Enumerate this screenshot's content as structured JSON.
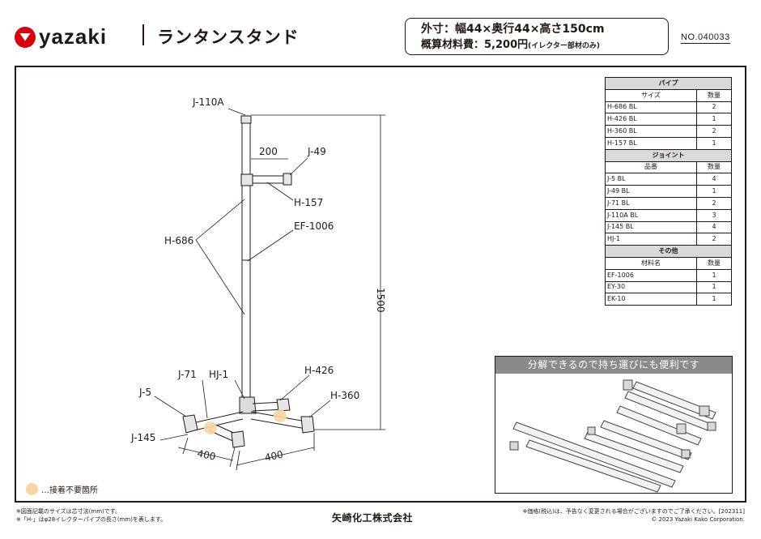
{
  "header": {
    "logo_text": "yazaki",
    "title": "ランタンスタンド",
    "spec_line1": "外寸：幅44×奥行44×高さ150cm",
    "spec_line2_main": "概算材料費：5,200円",
    "spec_line2_note": "(イレクター部材のみ)",
    "doc_no": "NO.040033"
  },
  "diagram_labels": {
    "j110a": "J-110A",
    "dim200": "200",
    "j49": "J-49",
    "h157": "H-157",
    "ef1006": "EF-1006",
    "h686": "H-686",
    "dim1500": "1500",
    "j71": "J-71",
    "hj1": "HJ-1",
    "h426": "H-426",
    "j5": "J-5",
    "h360": "H-360",
    "j145": "J-145",
    "dim400a": "400",
    "dim400b": "400"
  },
  "parts": {
    "pipe_header": "パイプ",
    "pipe_col1": "サイズ",
    "pipe_col2": "数量",
    "pipes": [
      {
        "name": "H-686 BL",
        "qty": "2"
      },
      {
        "name": "H-426 BL",
        "qty": "1"
      },
      {
        "name": "H-360 BL",
        "qty": "2"
      },
      {
        "name": "H-157 BL",
        "qty": "1"
      }
    ],
    "joint_header": "ジョイント",
    "joint_col1": "品番",
    "joint_col2": "数量",
    "joints": [
      {
        "name": "J-5 BL",
        "qty": "4"
      },
      {
        "name": "J-49 BL",
        "qty": "1"
      },
      {
        "name": "J-71 BL",
        "qty": "2"
      },
      {
        "name": "J-110A BL",
        "qty": "3"
      },
      {
        "name": "J-145 BL",
        "qty": "4"
      },
      {
        "name": "HJ-1",
        "qty": "2"
      }
    ],
    "other_header": "その他",
    "other_col1": "材料名",
    "other_col2": "数量",
    "others": [
      {
        "name": "EF-1006",
        "qty": "1"
      },
      {
        "name": "EY-30",
        "qty": "1"
      },
      {
        "name": "EK-10",
        "qty": "1"
      }
    ]
  },
  "photo": {
    "caption": "分解できるので持ち運びにも便利です"
  },
  "legend": {
    "text": "…接着不要箇所",
    "color": "#f8d6a3"
  },
  "footer": {
    "note1": "※図面記載のサイズは芯寸法(mm)です。",
    "note2": "※「H-」はφ28イレクターパイプの長さ(mm)を表します。",
    "company": "矢崎化工株式会社",
    "price_note": "※価格(税込)は、予告なく変更される場合がございますのでご了承ください。[202311]",
    "copyright": "© 2023 Yazaki Kako Corporation."
  }
}
